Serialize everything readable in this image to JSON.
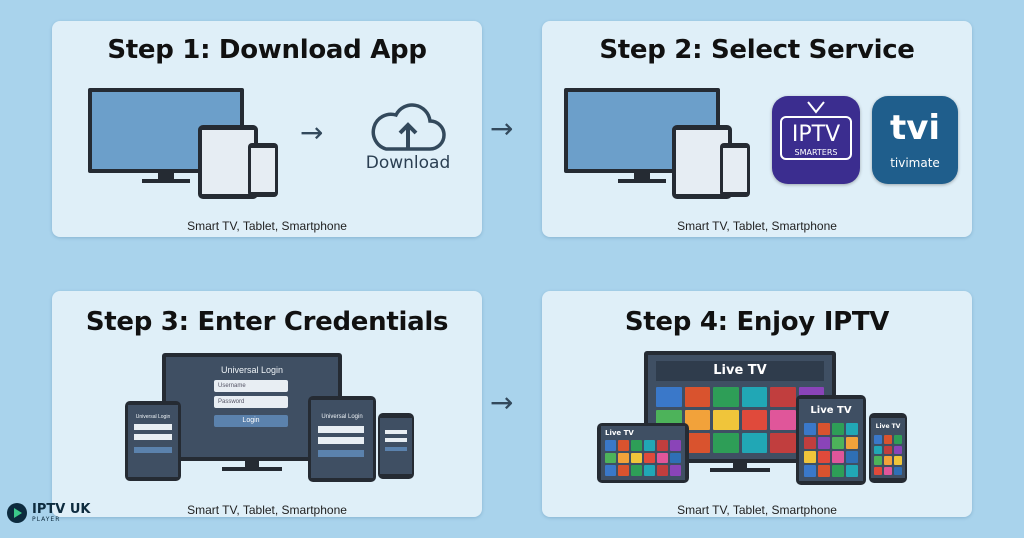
{
  "steps": [
    {
      "title": "Step 1: Download App",
      "caption": "Smart TV, Tablet, Smartphone",
      "download_label": "Download"
    },
    {
      "title": "Step 2: Select Service",
      "caption": "Smart TV, Tablet, Smartphone",
      "apps": [
        {
          "line1": "IPTV",
          "line2": "SMARTERS",
          "color": "#3b2d8f"
        },
        {
          "line1": "tvi",
          "line2": "tivimate",
          "color": "#1f5e8c"
        }
      ]
    },
    {
      "title": "Step 3: Enter Credentials",
      "caption": "Smart TV, Tablet, Smartphone",
      "login": {
        "heading": "Universal Login",
        "username": "Username",
        "password": "Password",
        "button": "Login"
      }
    },
    {
      "title": "Step 4: Enjoy IPTV",
      "caption": "Smart TV, Tablet, Smartphone",
      "live_tv": "Live TV"
    }
  ],
  "logo": {
    "text": "IPTV UK",
    "sub": "PLAYER"
  },
  "colors": {
    "background": "#a9d3ec",
    "card": "#dfeff8",
    "screen": "#6c9fca",
    "device_frame": "#252b33"
  }
}
